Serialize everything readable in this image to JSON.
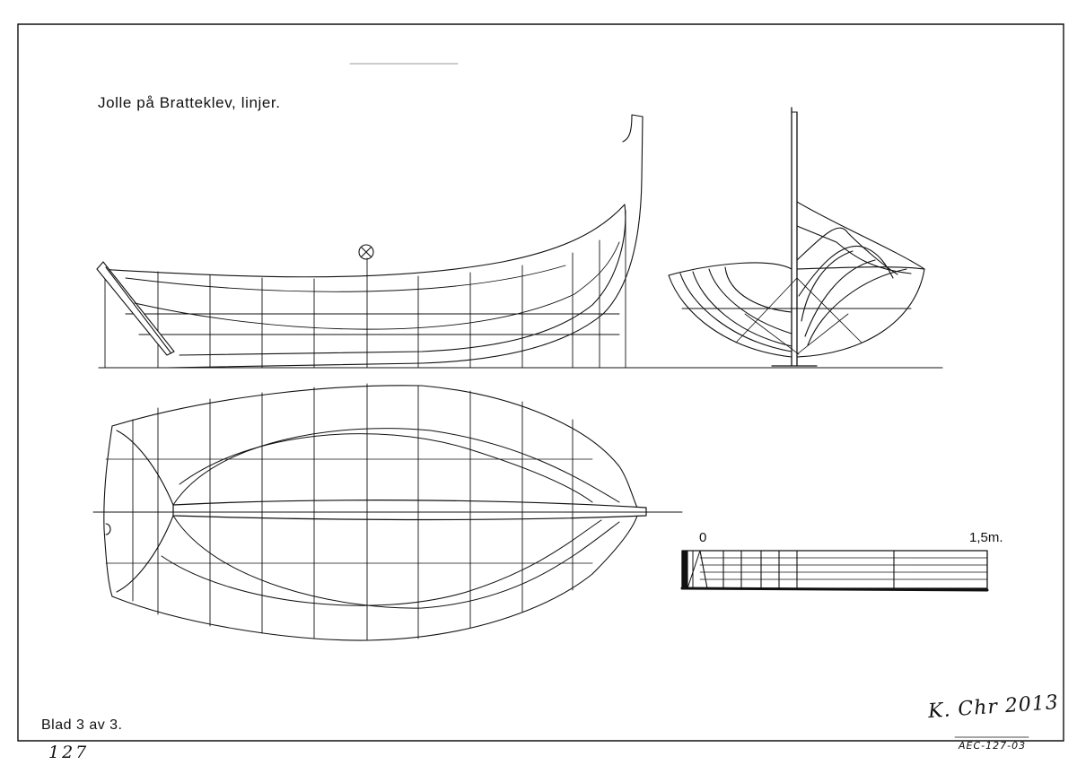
{
  "title": "Jolle på Bratteklev, linjer.",
  "sheet": "Blad 3 av 3.",
  "scale_bar": {
    "start_label": "0",
    "end_label": "1,5m."
  },
  "archive_number": "127",
  "signature": "K. Chr 2013",
  "reference": "AEC-127-03",
  "colors": {
    "ink": "#111111",
    "paper": "#ffffff"
  }
}
